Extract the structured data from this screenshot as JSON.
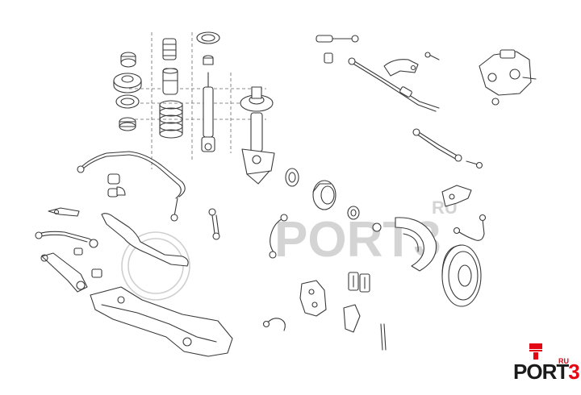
{
  "watermark": {
    "brand": "PORT3",
    "suffix": "RU"
  },
  "logo": {
    "brand_main": "PORT",
    "brand_digit": "3",
    "suffix": "RU"
  },
  "colors": {
    "line": "#3a3a3a",
    "accent": "#e30613",
    "watermark": "#d4d4d4"
  },
  "icons": [
    "piston-icon"
  ]
}
